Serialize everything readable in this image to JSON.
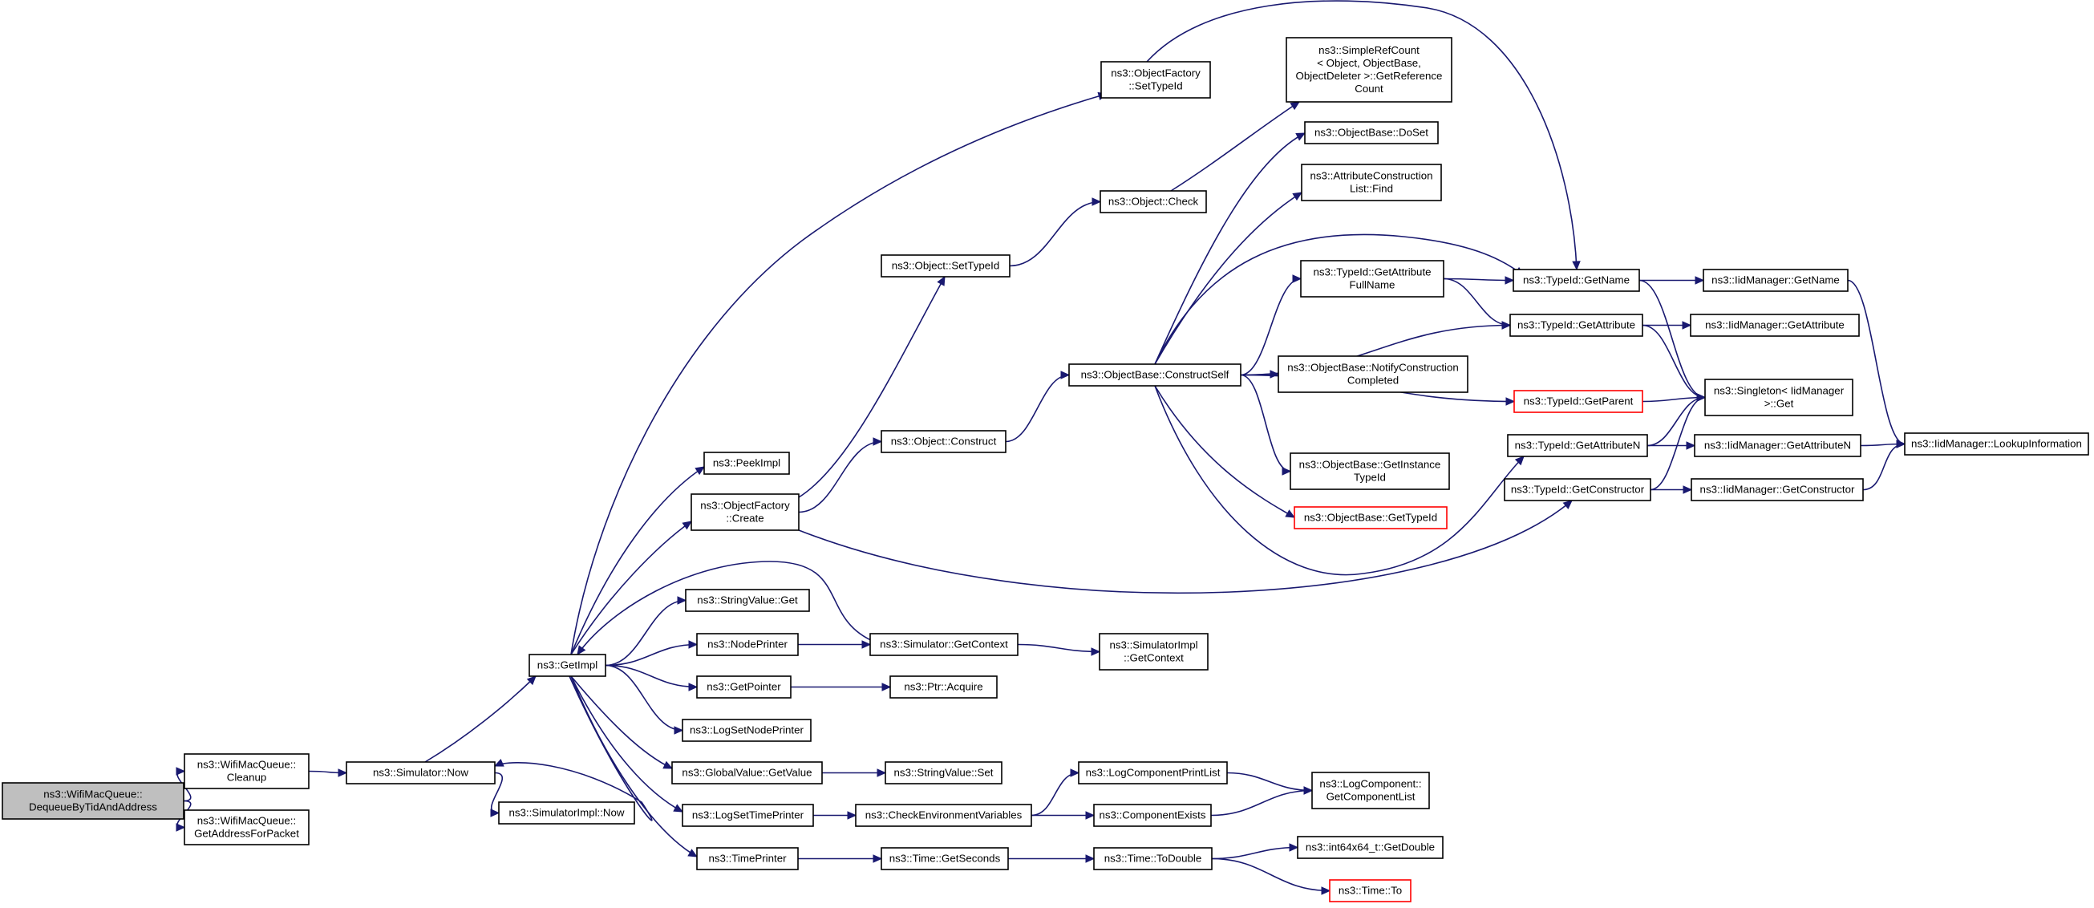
{
  "nodes": [
    {
      "id": "root",
      "lines": [
        "ns3::WifiMacQueue::",
        "DequeueByTidAndAddress"
      ],
      "style": "root"
    },
    {
      "id": "cleanup",
      "lines": [
        "ns3::WifiMacQueue::",
        "Cleanup"
      ]
    },
    {
      "id": "getaddr",
      "lines": [
        "ns3::WifiMacQueue::",
        "GetAddressForPacket"
      ]
    },
    {
      "id": "simnow",
      "lines": [
        "ns3::Simulator::Now"
      ]
    },
    {
      "id": "simimplnow",
      "lines": [
        "ns3::SimulatorImpl::Now"
      ]
    },
    {
      "id": "getimpl",
      "lines": [
        "ns3::GetImpl"
      ]
    },
    {
      "id": "peekimpl",
      "lines": [
        "ns3::PeekImpl"
      ]
    },
    {
      "id": "ofcreate",
      "lines": [
        "ns3::ObjectFactory",
        "::Create"
      ]
    },
    {
      "id": "svget",
      "lines": [
        "ns3::StringValue::Get"
      ]
    },
    {
      "id": "nodeprinter",
      "lines": [
        "ns3::NodePrinter"
      ]
    },
    {
      "id": "getpointer",
      "lines": [
        "ns3::GetPointer"
      ]
    },
    {
      "id": "logsetnp",
      "lines": [
        "ns3::LogSetNodePrinter"
      ]
    },
    {
      "id": "gvgetvalue",
      "lines": [
        "ns3::GlobalValue::GetValue"
      ]
    },
    {
      "id": "logsettp",
      "lines": [
        "ns3::LogSetTimePrinter"
      ]
    },
    {
      "id": "timeprinter",
      "lines": [
        "ns3::TimePrinter"
      ]
    },
    {
      "id": "ofsettypeid",
      "lines": [
        "ns3::ObjectFactory",
        "::SetTypeId"
      ]
    },
    {
      "id": "objsettypeid",
      "lines": [
        "ns3::Object::SetTypeId"
      ]
    },
    {
      "id": "objconstruct",
      "lines": [
        "ns3::Object::Construct"
      ]
    },
    {
      "id": "simgetcontext",
      "lines": [
        "ns3::Simulator::GetContext"
      ]
    },
    {
      "id": "ptracquire",
      "lines": [
        "ns3::Ptr::Acquire"
      ]
    },
    {
      "id": "svset",
      "lines": [
        "ns3::StringValue::Set"
      ]
    },
    {
      "id": "checkenv",
      "lines": [
        "ns3::CheckEnvironmentVariables"
      ]
    },
    {
      "id": "timegetsec",
      "lines": [
        "ns3::Time::GetSeconds"
      ]
    },
    {
      "id": "objcheck",
      "lines": [
        "ns3::Object::Check"
      ]
    },
    {
      "id": "obconstructself",
      "lines": [
        "ns3::ObjectBase::ConstructSelf"
      ]
    },
    {
      "id": "simimplgetcontext",
      "lines": [
        "ns3::SimulatorImpl",
        "::GetContext"
      ]
    },
    {
      "id": "logcpl",
      "lines": [
        "ns3::LogComponentPrintList"
      ]
    },
    {
      "id": "compexists",
      "lines": [
        "ns3::ComponentExists"
      ]
    },
    {
      "id": "timetodouble",
      "lines": [
        "ns3::Time::ToDouble"
      ]
    },
    {
      "id": "simplerefcount",
      "lines": [
        "ns3::SimpleRefCount",
        "< Object, ObjectBase,",
        "ObjectDeleter >::GetReference",
        "Count"
      ]
    },
    {
      "id": "obdoset",
      "lines": [
        "ns3::ObjectBase::DoSet"
      ]
    },
    {
      "id": "aclfind",
      "lines": [
        "ns3::AttributeConstruction",
        "List::Find"
      ]
    },
    {
      "id": "tidgetattrfullname",
      "lines": [
        "ns3::TypeId::GetAttribute",
        "FullName"
      ]
    },
    {
      "id": "obnotify",
      "lines": [
        "ns3::ObjectBase::NotifyConstruction",
        "Completed"
      ]
    },
    {
      "id": "obgetinstance",
      "lines": [
        "ns3::ObjectBase::GetInstance",
        "TypeId"
      ]
    },
    {
      "id": "obgettypeid",
      "lines": [
        "ns3::ObjectBase::GetTypeId"
      ],
      "style": "red"
    },
    {
      "id": "lcgetlist",
      "lines": [
        "ns3::LogComponent::",
        "GetComponentList"
      ]
    },
    {
      "id": "int64getdouble",
      "lines": [
        "ns3::int64x64_t::GetDouble"
      ]
    },
    {
      "id": "timeto",
      "lines": [
        "ns3::Time::To"
      ],
      "style": "red"
    },
    {
      "id": "tidgetname",
      "lines": [
        "ns3::TypeId::GetName"
      ]
    },
    {
      "id": "tidgetattr",
      "lines": [
        "ns3::TypeId::GetAttribute"
      ]
    },
    {
      "id": "tidgetparent",
      "lines": [
        "ns3::TypeId::GetParent"
      ],
      "style": "red"
    },
    {
      "id": "tidgetattrn",
      "lines": [
        "ns3::TypeId::GetAttributeN"
      ]
    },
    {
      "id": "tidgetctor",
      "lines": [
        "ns3::TypeId::GetConstructor"
      ]
    },
    {
      "id": "iidgetname",
      "lines": [
        "ns3::IidManager::GetName"
      ]
    },
    {
      "id": "iidgetattr",
      "lines": [
        "ns3::IidManager::GetAttribute"
      ]
    },
    {
      "id": "singletonget",
      "lines": [
        "ns3::Singleton< IidManager",
        ">::Get"
      ]
    },
    {
      "id": "iidgetattrn",
      "lines": [
        "ns3::IidManager::GetAttributeN"
      ]
    },
    {
      "id": "iidgetctor",
      "lines": [
        "ns3::IidManager::GetConstructor"
      ]
    },
    {
      "id": "iidlookup",
      "lines": [
        "ns3::IidManager::LookupInformation"
      ]
    }
  ],
  "edges": [
    [
      "root",
      "cleanup"
    ],
    [
      "root",
      "getaddr"
    ],
    [
      "cleanup",
      "simnow"
    ],
    [
      "simnow",
      "getimpl"
    ],
    [
      "simnow",
      "simimplnow"
    ],
    [
      "getimpl",
      "peekimpl"
    ],
    [
      "getimpl",
      "ofcreate"
    ],
    [
      "getimpl",
      "svget"
    ],
    [
      "getimpl",
      "nodeprinter"
    ],
    [
      "getimpl",
      "getpointer"
    ],
    [
      "getimpl",
      "logsetnp"
    ],
    [
      "getimpl",
      "gvgetvalue"
    ],
    [
      "getimpl",
      "logsettp"
    ],
    [
      "getimpl",
      "timeprinter"
    ],
    [
      "getimpl",
      "ofsettypeid"
    ],
    [
      "getimpl",
      "simnow"
    ],
    [
      "ofcreate",
      "objsettypeid"
    ],
    [
      "ofcreate",
      "objconstruct"
    ],
    [
      "ofcreate",
      "tidgetctor"
    ],
    [
      "nodeprinter",
      "simgetcontext"
    ],
    [
      "simgetcontext",
      "getimpl"
    ],
    [
      "simgetcontext",
      "simimplgetcontext"
    ],
    [
      "getpointer",
      "ptracquire"
    ],
    [
      "gvgetvalue",
      "svset"
    ],
    [
      "logsettp",
      "checkenv"
    ],
    [
      "checkenv",
      "logcpl"
    ],
    [
      "checkenv",
      "compexists"
    ],
    [
      "logcpl",
      "lcgetlist"
    ],
    [
      "compexists",
      "lcgetlist"
    ],
    [
      "timeprinter",
      "timegetsec"
    ],
    [
      "timegetsec",
      "timetodouble"
    ],
    [
      "timetodouble",
      "int64getdouble"
    ],
    [
      "timetodouble",
      "timeto"
    ],
    [
      "ofsettypeid",
      "tidgetname"
    ],
    [
      "objsettypeid",
      "objcheck"
    ],
    [
      "objcheck",
      "simplerefcount"
    ],
    [
      "objconstruct",
      "obconstructself"
    ],
    [
      "obconstructself",
      "obdoset"
    ],
    [
      "obconstructself",
      "aclfind"
    ],
    [
      "obconstructself",
      "tidgetattrfullname"
    ],
    [
      "obconstructself",
      "tidgetname"
    ],
    [
      "obconstructself",
      "tidgetattr"
    ],
    [
      "obconstructself",
      "obnotify"
    ],
    [
      "obconstructself",
      "tidgetparent"
    ],
    [
      "obconstructself",
      "obgetinstance"
    ],
    [
      "obconstructself",
      "obgettypeid"
    ],
    [
      "obconstructself",
      "tidgetattrn"
    ],
    [
      "tidgetattrfullname",
      "tidgetname"
    ],
    [
      "tidgetattrfullname",
      "tidgetattr"
    ],
    [
      "tidgetname",
      "iidgetname"
    ],
    [
      "tidgetname",
      "singletonget"
    ],
    [
      "tidgetattr",
      "iidgetattr"
    ],
    [
      "tidgetattr",
      "singletonget"
    ],
    [
      "tidgetparent",
      "singletonget"
    ],
    [
      "tidgetattrn",
      "iidgetattrn"
    ],
    [
      "tidgetattrn",
      "singletonget"
    ],
    [
      "tidgetctor",
      "iidgetctor"
    ],
    [
      "tidgetctor",
      "singletonget"
    ],
    [
      "iidgetname",
      "iidlookup"
    ],
    [
      "iidgetattrn",
      "iidlookup"
    ],
    [
      "iidgetctor",
      "iidlookup"
    ]
  ]
}
